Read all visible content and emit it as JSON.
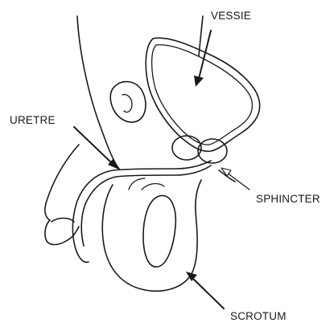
{
  "labels": {
    "bladder": "VESSIE",
    "urethra": "URETRE",
    "sphincter": "SPHINCTER",
    "scrotum": "SCROTUM"
  }
}
